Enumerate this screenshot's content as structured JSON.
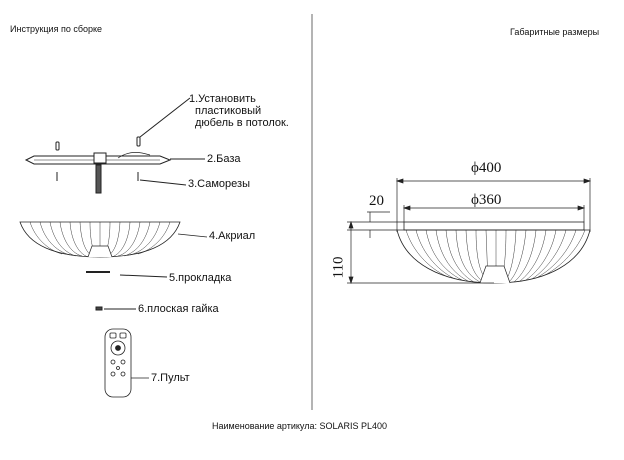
{
  "left_panel": {
    "title": "Инструкция по сборке",
    "steps": [
      {
        "number": "1",
        "lines": [
          ".Установить",
          "пластиковый",
          "дюбель в потолок."
        ]
      },
      {
        "label": "2.База"
      },
      {
        "label": "3.Саморезы"
      },
      {
        "label": "4.Акриал"
      },
      {
        "label": "5.прокладка"
      },
      {
        "label": "6.плоская гайка"
      },
      {
        "label": "7.Пульт"
      }
    ]
  },
  "right_panel": {
    "title": "Габаритные размеры",
    "dimensions": {
      "outer_diameter": "ϕ400",
      "inner_diameter": "ϕ360",
      "rim_height": "20",
      "total_height": "110"
    }
  },
  "footer": {
    "article_label": "Наименование артикула: SOLARIS PL400"
  }
}
